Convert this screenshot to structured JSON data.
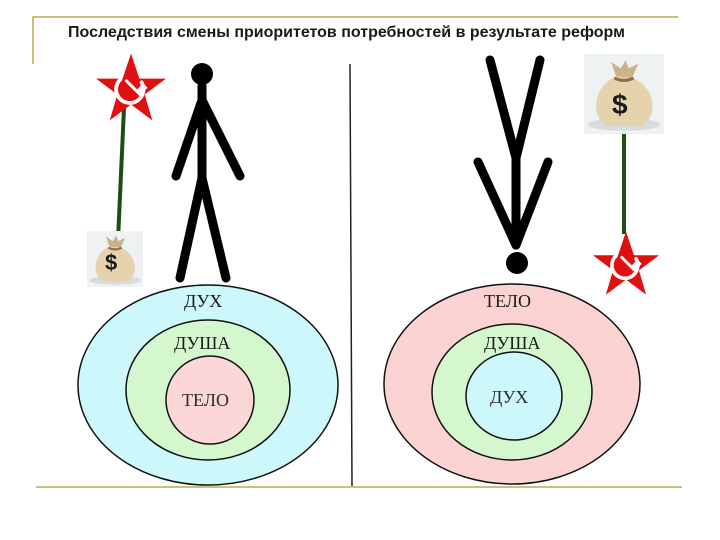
{
  "title": "Последствия смены приоритетов потребностей в результате реформ",
  "left_diagram": {
    "outer": "ДУХ",
    "middle": "ДУША",
    "inner": "ТЕЛО",
    "outer_color": "#ccf7fb",
    "middle_color": "#d4f7cd",
    "inner_color": "#fbd7d7",
    "top_icon": "hammer-sickle-star-icon",
    "bottom_icon": "money-bag-icon"
  },
  "right_diagram": {
    "outer": "ТЕЛО",
    "middle": "ДУША",
    "inner": "ДУХ",
    "outer_color": "#fbd3d3",
    "middle_color": "#d4f7cd",
    "inner_color": "#ccf7fb",
    "top_icon": "money-bag-icon",
    "bottom_icon": "hammer-sickle-star-icon"
  },
  "money_symbol": "$"
}
